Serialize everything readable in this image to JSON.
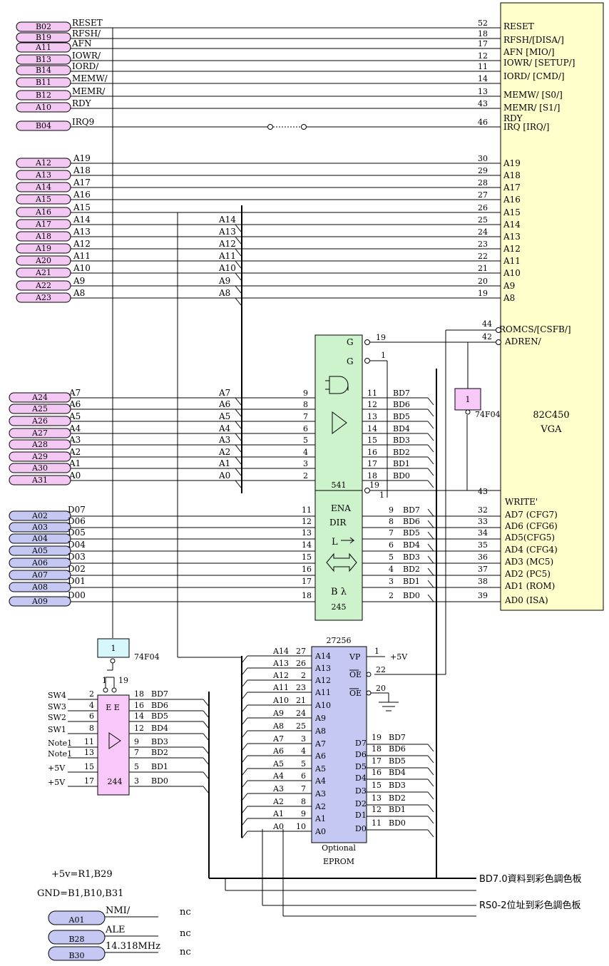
{
  "colors": {
    "connector_pink": "#f3c9f3",
    "connector_blue": "#c5c8f3",
    "vga_chip": "#ffffcc",
    "buffer_green": "#cdf3cd",
    "inverter_cyan": "#d6f7fb",
    "eprom_blue": "#c5c8f3",
    "chip_pink": "#f8c8f8",
    "line": "#000000"
  },
  "control_connectors": [
    "B02",
    "B19",
    "A11",
    "B13",
    "B14",
    "B11",
    "B12",
    "A10",
    "B04"
  ],
  "control_signals": [
    "RESET",
    "RFSH/",
    "AFN",
    "IOWR/",
    "IORD/",
    "MEMW/",
    "MEMR/",
    "RDY",
    "IRQ9"
  ],
  "control_pins": [
    "52",
    "18",
    "17",
    "12",
    "11",
    "14",
    "13",
    "43",
    "46"
  ],
  "vga_control_labels": [
    "RESET",
    "RFSH/[DISA/]",
    "AFN [MIO/]",
    "IOWR/ [SETUP/]",
    "IORD/ [CMD/]",
    "MEMW/ [S0/]",
    "MEMR/ [S1/]",
    "RDY",
    "IRQ [IRQ/]"
  ],
  "addr_hi_connectors": [
    "A12",
    "A13",
    "A14",
    "A15",
    "A16",
    "A17",
    "A18",
    "A19",
    "A20",
    "A21",
    "A22",
    "A23"
  ],
  "addr_hi_signals": [
    "A19",
    "A18",
    "A17",
    "A16",
    "A15",
    "A14",
    "A13",
    "A12",
    "A11",
    "A10",
    "A9",
    "A8"
  ],
  "addr_hi_pins": [
    "30",
    "29",
    "28",
    "27",
    "26",
    "25",
    "24",
    "23",
    "22",
    "21",
    "20",
    "19"
  ],
  "addr_hi_mid_labels": [
    "A14",
    "A13",
    "A12",
    "A11",
    "A10",
    "A9",
    "A8"
  ],
  "addr_lo_connectors": [
    "A24",
    "A25",
    "A26",
    "A27",
    "A28",
    "A29",
    "A30",
    "A31"
  ],
  "addr_lo_signals": [
    "A7",
    "A6",
    "A5",
    "A4",
    "A3",
    "A2",
    "A1",
    "A0"
  ],
  "addr_lo_pins": [
    "9",
    "8",
    "7",
    "6",
    "5",
    "4",
    "3",
    "2"
  ],
  "buf541_out_pins": [
    "11",
    "12",
    "13",
    "14",
    "15",
    "16",
    "17",
    "18"
  ],
  "bd_labels": [
    "BD7",
    "BD6",
    "BD5",
    "BD4",
    "BD3",
    "BD2",
    "BD1",
    "BD0"
  ],
  "data_connectors": [
    "A02",
    "A03",
    "A04",
    "A05",
    "A06",
    "A07",
    "A08",
    "A09"
  ],
  "data_signals": [
    "D07",
    "D06",
    "D05",
    "D04",
    "D03",
    "D02",
    "D01",
    "D00"
  ],
  "buf245_in_pins": [
    "11",
    "12",
    "13",
    "14",
    "15",
    "16",
    "17",
    "18"
  ],
  "buf245_out_pins": [
    "9",
    "8",
    "7",
    "6",
    "5",
    "4",
    "3",
    "2"
  ],
  "vga_data_pins": [
    "32",
    "33",
    "34",
    "35",
    "36",
    "37",
    "38",
    "39"
  ],
  "vga_data_labels": [
    "AD7 (CFG7)",
    "AD6 (CFG6)",
    "AD5(CFG5)",
    "AD4 (CFG4)",
    "AD3 (MC5)",
    "AD2 (PC5)",
    "AD1 (ROM)",
    "AD0 (ISA)"
  ],
  "vga": {
    "name": "82C450",
    "subtitle": "VGA",
    "romcs_pin": "44",
    "romcs_label": "ROMCS/[CSFB/]",
    "adren_pin": "42",
    "adren_label": "ADREN/",
    "write_pin": "43",
    "write_label": "WRITE'"
  },
  "buf541": {
    "g1": "G",
    "g2": "G",
    "g1_pin": "19",
    "g2_pin": "1",
    "name": "541",
    "out_pin": "19",
    "out_pin2": "1"
  },
  "buf245": {
    "ena": "ENA",
    "dir": "DIR",
    "l": "L",
    "b": "B λ",
    "name": "245"
  },
  "inv_top": {
    "value": "1",
    "name": "74F04"
  },
  "inv_bottom": {
    "value": "1",
    "name": "74F04"
  },
  "buf244": {
    "name": "244",
    "ee": "E E",
    "en_pins": [
      "1",
      "19"
    ],
    "inputs": [
      "SW4",
      "SW3",
      "SW2",
      "SW1",
      "Note1",
      "Note1",
      "+5V",
      "+5V"
    ],
    "in_pins": [
      "2",
      "4",
      "6",
      "8",
      "11",
      "13",
      "15",
      "17"
    ],
    "out_pins": [
      "18",
      "16",
      "14",
      "12",
      "9",
      "7",
      "5",
      "3"
    ],
    "out_labels": [
      "BD7",
      "BD6",
      "BD5",
      "BD4",
      "BD3",
      "BD2",
      "BD1",
      "BD0"
    ]
  },
  "eprom": {
    "name": "27256",
    "caption1": "Optional",
    "caption2": "EPROM",
    "a_sig": [
      "A14",
      "A13",
      "A12",
      "A11",
      "A10",
      "A9",
      "A8",
      "A7",
      "A6",
      "A5",
      "A4",
      "A3",
      "A2",
      "A1",
      "A0"
    ],
    "a_pins": [
      "27",
      "26",
      "2",
      "23",
      "21",
      "24",
      "25",
      "3",
      "4",
      "5",
      "6",
      "7",
      "8",
      "9",
      "10"
    ],
    "a_inner": [
      "A14",
      "A13",
      "A12",
      "A11",
      "A10",
      "A9",
      "A8",
      "A7",
      "A6",
      "A5",
      "A4",
      "A3",
      "A2",
      "A1",
      "A0"
    ],
    "vp": "VP",
    "vp_pin": "1",
    "vp_val": "+5V",
    "oe1": "OE",
    "oe1_pin": "22",
    "oe2": "OE",
    "oe2_pin": "20",
    "d_inner": [
      "D7",
      "D6",
      "D5",
      "D4",
      "D3",
      "D2",
      "D1",
      "D0"
    ],
    "d_pins": [
      "19",
      "18",
      "17",
      "16",
      "15",
      "13",
      "12",
      "11"
    ],
    "d_labels": [
      "BD7",
      "BD6",
      "BD5",
      "BD4",
      "BD3",
      "BD2",
      "BD1",
      "BD0"
    ]
  },
  "bus_notes": {
    "bd": "BD7.0資料到彩色調色板",
    "rs": "RS0-2位址到彩色調色板"
  },
  "power_notes": {
    "p5v": "+5v=R1,B29",
    "gnd": "GND=B1,B10,B31"
  },
  "nc_rows": [
    {
      "conn": "A01",
      "sig": "NMI/",
      "nc": "nc"
    },
    {
      "conn": "B28",
      "sig": "ALE",
      "nc": "nc"
    },
    {
      "conn": "B30",
      "sig": "14.318MHz",
      "nc": "nc"
    }
  ]
}
